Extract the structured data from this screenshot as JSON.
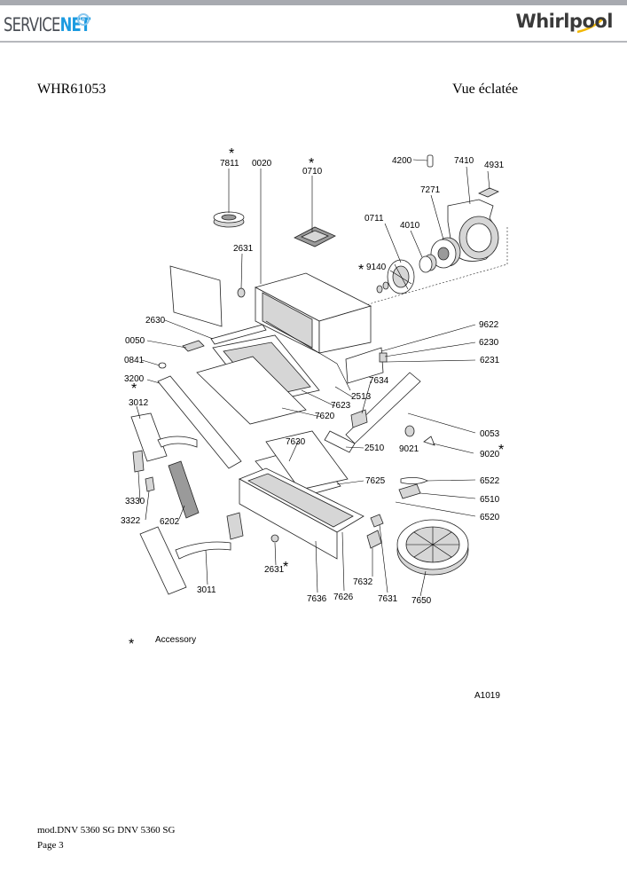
{
  "header": {
    "brand_left_a": "SERVICE",
    "brand_left_b": "NET",
    "brand_right": "Whirlpool"
  },
  "doc": {
    "model": "WHR61053",
    "view_title": "Vue éclatée"
  },
  "diagram": {
    "parts": [
      {
        "id": "p7811",
        "label": "7811"
      },
      {
        "id": "p0020",
        "label": "0020"
      },
      {
        "id": "p0710",
        "label": "0710"
      },
      {
        "id": "p4200",
        "label": "4200"
      },
      {
        "id": "p7410",
        "label": "7410"
      },
      {
        "id": "p4931",
        "label": "4931"
      },
      {
        "id": "p7271",
        "label": "7271"
      },
      {
        "id": "p0711",
        "label": "0711"
      },
      {
        "id": "p4010",
        "label": "4010"
      },
      {
        "id": "p2631a",
        "label": "2631"
      },
      {
        "id": "p9140",
        "label": "9140"
      },
      {
        "id": "p2630",
        "label": "2630"
      },
      {
        "id": "p9622",
        "label": "9622"
      },
      {
        "id": "p0050",
        "label": "0050"
      },
      {
        "id": "p6230",
        "label": "6230"
      },
      {
        "id": "p6231",
        "label": "6231"
      },
      {
        "id": "p0841",
        "label": "0841"
      },
      {
        "id": "p3200",
        "label": "3200"
      },
      {
        "id": "p7634",
        "label": "7634"
      },
      {
        "id": "p2513",
        "label": "2513"
      },
      {
        "id": "p7623",
        "label": "7623"
      },
      {
        "id": "p7620",
        "label": "7620"
      },
      {
        "id": "p3012",
        "label": "3012"
      },
      {
        "id": "p0053",
        "label": "0053"
      },
      {
        "id": "p7630",
        "label": "7630"
      },
      {
        "id": "p9021",
        "label": "9021"
      },
      {
        "id": "p2510",
        "label": "2510"
      },
      {
        "id": "p9020",
        "label": "9020"
      },
      {
        "id": "p7625",
        "label": "7625"
      },
      {
        "id": "p6522",
        "label": "6522"
      },
      {
        "id": "p3330",
        "label": "3330"
      },
      {
        "id": "p6510",
        "label": "6510"
      },
      {
        "id": "p3322",
        "label": "3322"
      },
      {
        "id": "p6202",
        "label": "6202"
      },
      {
        "id": "p6520",
        "label": "6520"
      },
      {
        "id": "p2631b",
        "label": "2631"
      },
      {
        "id": "p7632",
        "label": "7632"
      },
      {
        "id": "p3011",
        "label": "3011"
      },
      {
        "id": "p7636",
        "label": "7636"
      },
      {
        "id": "p7626",
        "label": "7626"
      },
      {
        "id": "p7631",
        "label": "7631"
      },
      {
        "id": "p7650",
        "label": "7650"
      }
    ],
    "accessory_mark": "*",
    "legend_text": "Accessory",
    "drawing_code": "A1019"
  },
  "footer": {
    "mod_line": "mod.DNV 5360 SG DNV 5360 SG",
    "page_line": "Page 3"
  }
}
